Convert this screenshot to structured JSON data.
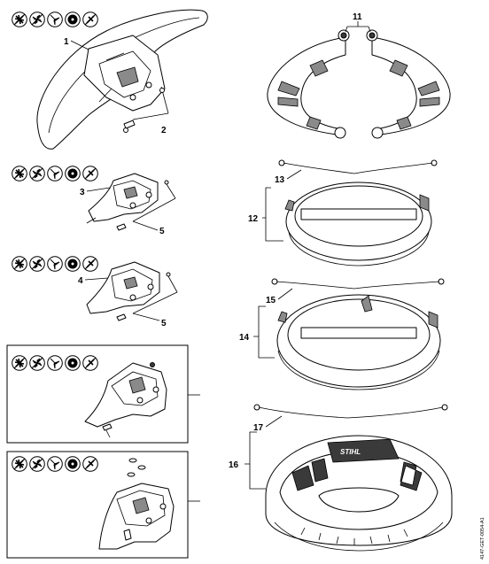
{
  "document_id": "4147-GET-0054-A1",
  "watermark": "STIHL",
  "callouts": {
    "c1": "1",
    "c2": "2",
    "c3": "3",
    "c4": "4",
    "c5a": "5",
    "c5b": "5",
    "c11": "11",
    "c12": "12",
    "c13": "13",
    "c14": "14",
    "c15": "15",
    "c16": "16",
    "c17": "17"
  },
  "tool_icon_rows": [
    {
      "id": "row1",
      "icons": [
        "blade-icon",
        "grass-blade-icon",
        "brush-knife-icon",
        "circular-saw-icon",
        "chisel-tooth-icon"
      ]
    },
    {
      "id": "row2",
      "icons": [
        "blade-icon",
        "grass-blade-icon",
        "brush-knife-icon",
        "circular-saw-icon",
        "chisel-tooth-icon"
      ]
    },
    {
      "id": "row3",
      "icons": [
        "blade-icon",
        "grass-blade-icon",
        "brush-knife-icon",
        "circular-saw-icon",
        "chisel-tooth-icon"
      ]
    },
    {
      "id": "row4",
      "icons": [
        "blade-icon",
        "grass-blade-icon",
        "brush-knife-icon",
        "circular-saw-icon",
        "chisel-tooth-icon"
      ]
    },
    {
      "id": "row5",
      "icons": [
        "blade-icon",
        "grass-blade-icon",
        "brush-knife-icon",
        "circular-saw-icon",
        "chisel-tooth-icon"
      ]
    }
  ]
}
